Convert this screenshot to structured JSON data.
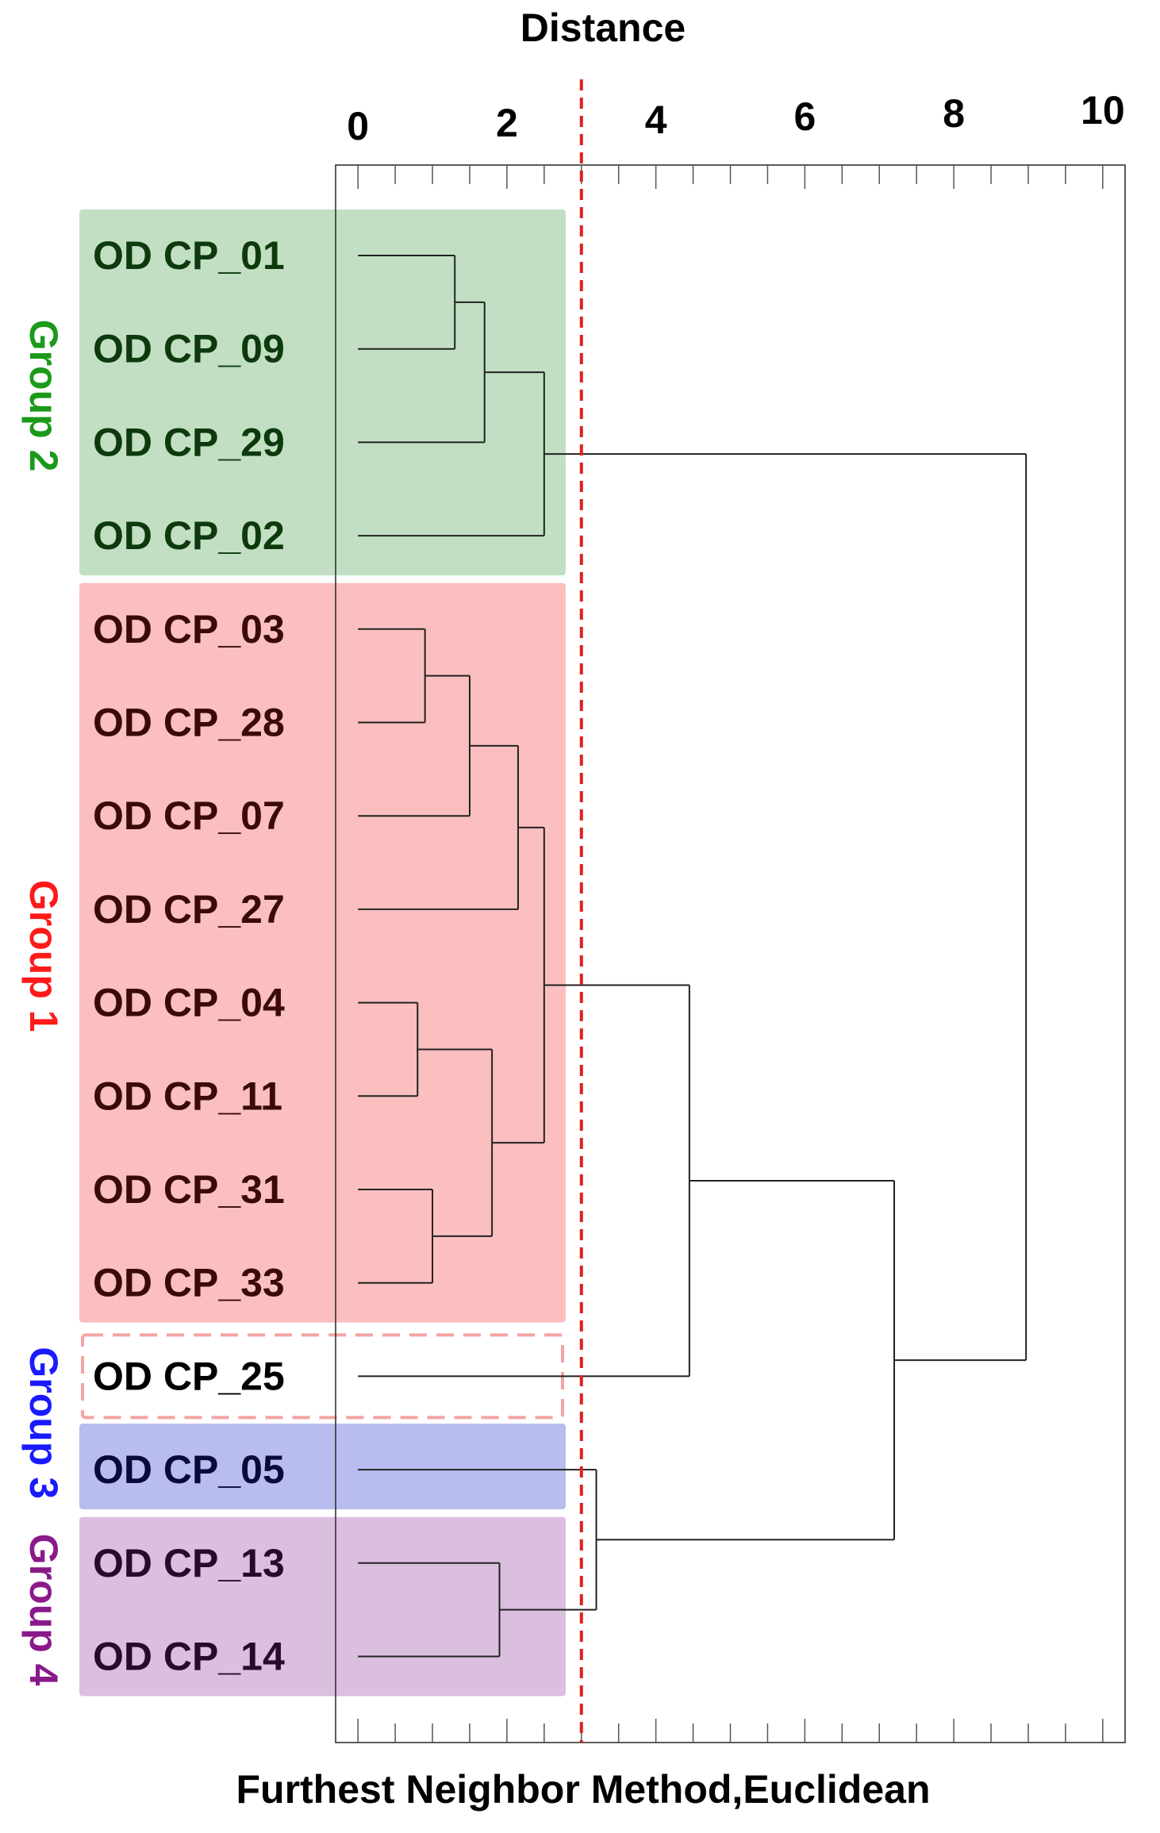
{
  "chart_data": {
    "type": "dendrogram",
    "title": "Distance",
    "xlabel": "Furthest Neighbor Method,Euclidean",
    "xlim": [
      -0.3,
      10.3
    ],
    "xticks": [
      "0",
      "2",
      "4",
      "6",
      "8",
      "10"
    ],
    "xtick_values": [
      0,
      2,
      4,
      6,
      8,
      10
    ],
    "minor_tick_step": 0.5,
    "cutoff_line": {
      "value": 3.0,
      "color": "#e02020",
      "style": "dashed"
    },
    "leaves": [
      "OD CP_01",
      "OD CP_09",
      "OD CP_29",
      "OD CP_02",
      "OD CP_03",
      "OD CP_28",
      "OD CP_07",
      "OD CP_27",
      "OD CP_04",
      "OD CP_11",
      "OD CP_31",
      "OD CP_33",
      "OD CP_25",
      "OD CP_05",
      "OD CP_13",
      "OD CP_14"
    ],
    "merges": [
      {
        "a": "L0",
        "b": "L1",
        "height": 1.3
      },
      {
        "a": "N0",
        "b": "L2",
        "height": 1.7
      },
      {
        "a": "N1",
        "b": "L3",
        "height": 2.5
      },
      {
        "a": "L4",
        "b": "L5",
        "height": 0.9
      },
      {
        "a": "N3",
        "b": "L6",
        "height": 1.5
      },
      {
        "a": "N4",
        "b": "L7",
        "height": 2.15
      },
      {
        "a": "L8",
        "b": "L9",
        "height": 0.8
      },
      {
        "a": "L10",
        "b": "L11",
        "height": 1.0
      },
      {
        "a": "N6",
        "b": "N7",
        "height": 1.8
      },
      {
        "a": "N5",
        "b": "N8",
        "height": 2.5
      },
      {
        "a": "N9",
        "b": "L12",
        "height": 4.45
      },
      {
        "a": "L14",
        "b": "L15",
        "height": 1.9
      },
      {
        "a": "L13",
        "b": "N11",
        "height": 3.2
      },
      {
        "a": "N10",
        "b": "N12",
        "height": 7.2
      },
      {
        "a": "N2",
        "b": "N13",
        "height": 8.97
      }
    ],
    "groups": [
      {
        "name": "Group 2",
        "leaves": [
          0,
          3
        ],
        "fill": "#c3dfc3",
        "text_color": "#1a9a1a",
        "leaf_text_color": "#0d3a0d",
        "style": "filled"
      },
      {
        "name": "Group 1",
        "leaves": [
          4,
          11
        ],
        "fill": "#fbbfbf",
        "text_color": "#ff1a1a",
        "leaf_text_color": "#3a0a0a",
        "style": "filled"
      },
      {
        "name": "",
        "leaves": [
          12,
          12
        ],
        "fill": "none",
        "stroke": "#f5a3a3",
        "text_color": "",
        "leaf_text_color": "#000000",
        "style": "dashed"
      },
      {
        "name": "Group 3",
        "leaves": [
          13,
          13
        ],
        "fill": "#b9bcee",
        "text_color": "#1a1aff",
        "leaf_text_color": "#0a0a3a",
        "style": "filled"
      },
      {
        "name": "Group 4",
        "leaves": [
          14,
          15
        ],
        "fill": "#dbbfdf",
        "text_color": "#8a1a8a",
        "leaf_text_color": "#2a0a2a",
        "style": "filled"
      }
    ],
    "group_label_spans": [
      {
        "group": 0,
        "leaves": [
          0,
          3
        ]
      },
      {
        "group": 1,
        "leaves": [
          4,
          11
        ]
      },
      {
        "group": 3,
        "leaves": [
          12,
          13
        ]
      },
      {
        "group": 4,
        "leaves": [
          14,
          15
        ]
      }
    ]
  }
}
